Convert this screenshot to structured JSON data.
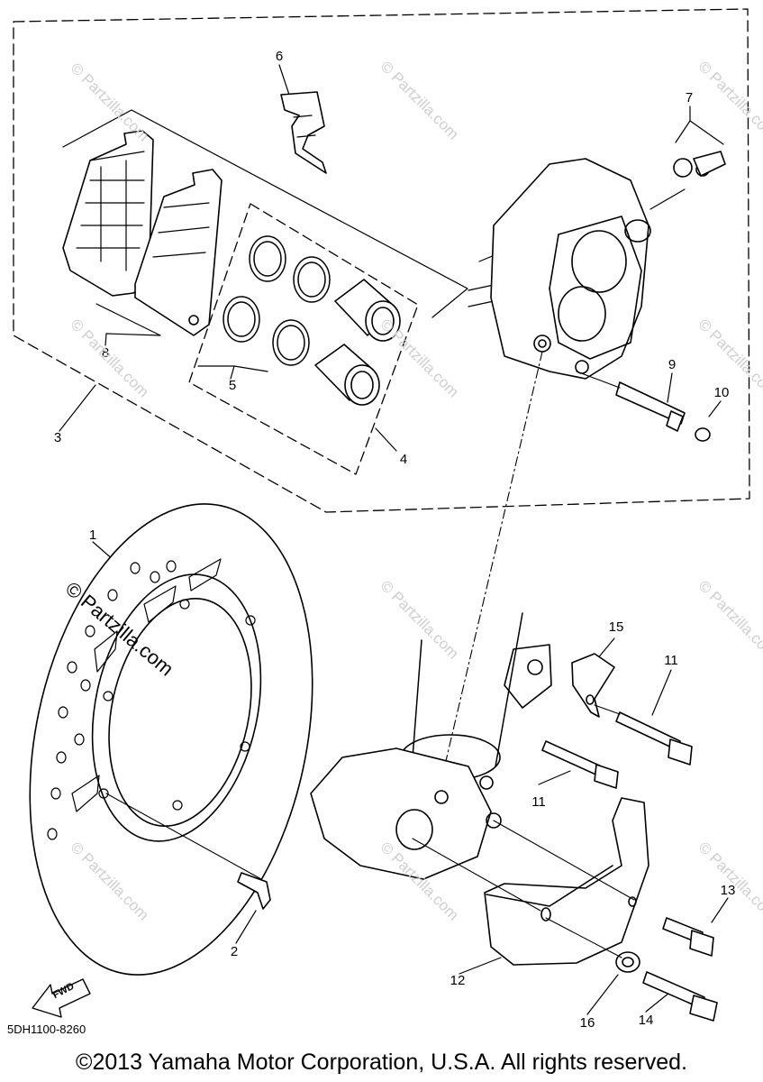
{
  "callouts": [
    {
      "label": "1"
    },
    {
      "label": "2"
    },
    {
      "label": "3"
    },
    {
      "label": "4"
    },
    {
      "label": "5"
    },
    {
      "label": "6"
    },
    {
      "label": "7"
    },
    {
      "label": "8"
    },
    {
      "label": "9"
    },
    {
      "label": "10"
    },
    {
      "label": "11"
    },
    {
      "label": "11"
    },
    {
      "label": "12"
    },
    {
      "label": "13"
    },
    {
      "label": "14"
    },
    {
      "label": "15"
    },
    {
      "label": "16"
    }
  ],
  "watermark": "© Partzilla.com",
  "fwd_label": "FWD",
  "diagram_code": "5DH1100-8260",
  "copyright": "©2013 Yamaha Motor Corporation, U.S.A. All rights reserved."
}
